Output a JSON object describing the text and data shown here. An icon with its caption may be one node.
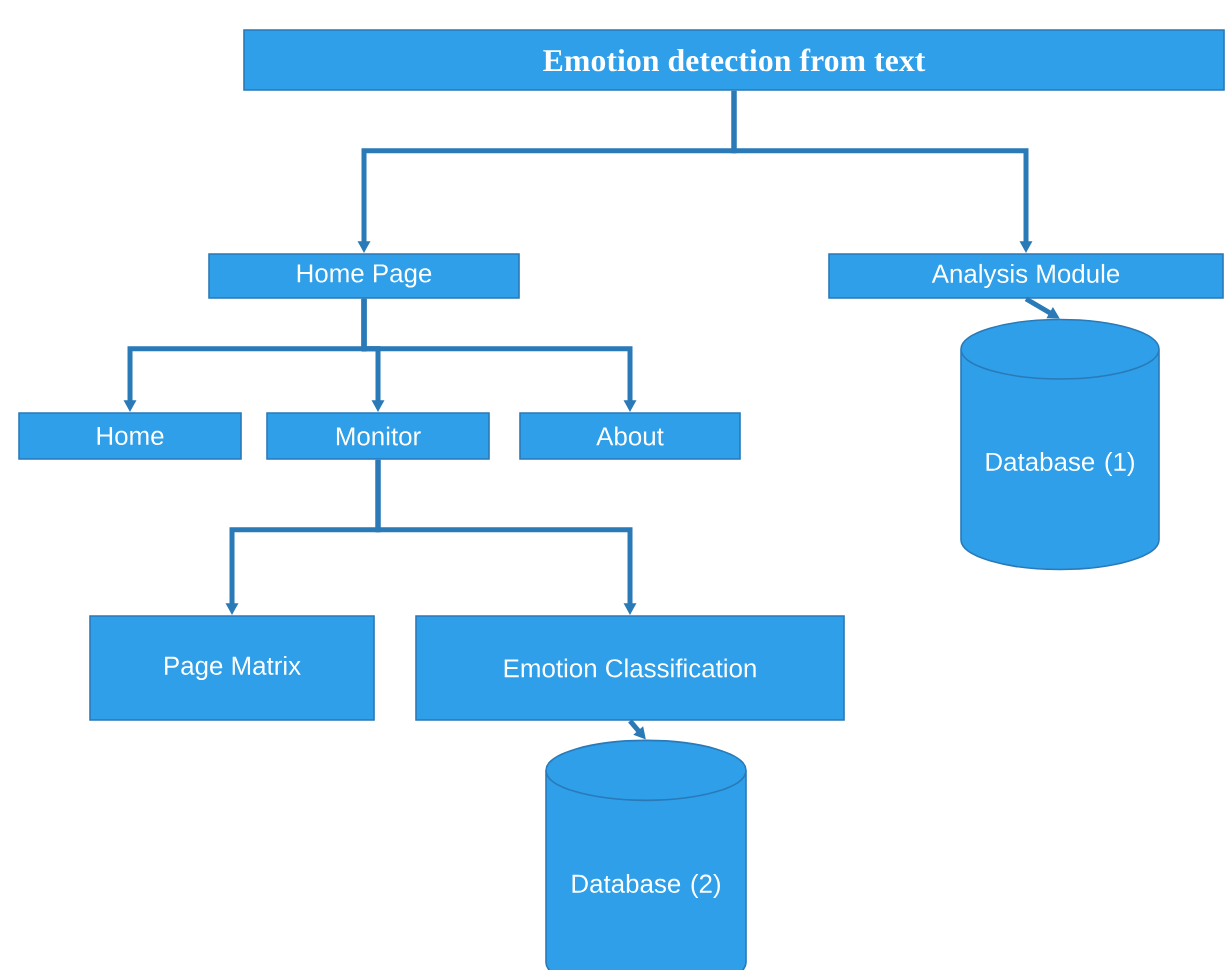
{
  "diagram": {
    "nodes": [
      {
        "text": [
          "Emotion detection from text"
        ]
      },
      {
        "text": [
          "Home Page"
        ]
      },
      {
        "text": [
          "Analysis Module"
        ]
      },
      {
        "text": [
          "Home"
        ]
      },
      {
        "text": [
          "Monitor"
        ]
      },
      {
        "text": [
          "About"
        ]
      },
      {
        "text": [
          "Database (1)"
        ]
      },
      {
        "text": [
          "Page Matrix"
        ]
      },
      {
        "text": [
          "Emotion Classification"
        ]
      },
      {
        "text": [
          "Database (2)"
        ]
      }
    ],
    "edges": [
      {
        "from": 0,
        "to": 1,
        "arrow": "to"
      },
      {
        "from": 0,
        "to": 2,
        "arrow": "to"
      },
      {
        "from": 1,
        "to": 3,
        "arrow": "to"
      },
      {
        "from": 1,
        "to": 4,
        "arrow": "to"
      },
      {
        "from": 1,
        "to": 5,
        "arrow": "to"
      },
      {
        "from": 2,
        "to": 6,
        "arrow": "to"
      },
      {
        "from": 4,
        "to": 7,
        "arrow": "to"
      },
      {
        "from": 4,
        "to": 8,
        "arrow": "to"
      },
      {
        "from": 8,
        "to": 9,
        "arrow": "to"
      }
    ]
  }
}
